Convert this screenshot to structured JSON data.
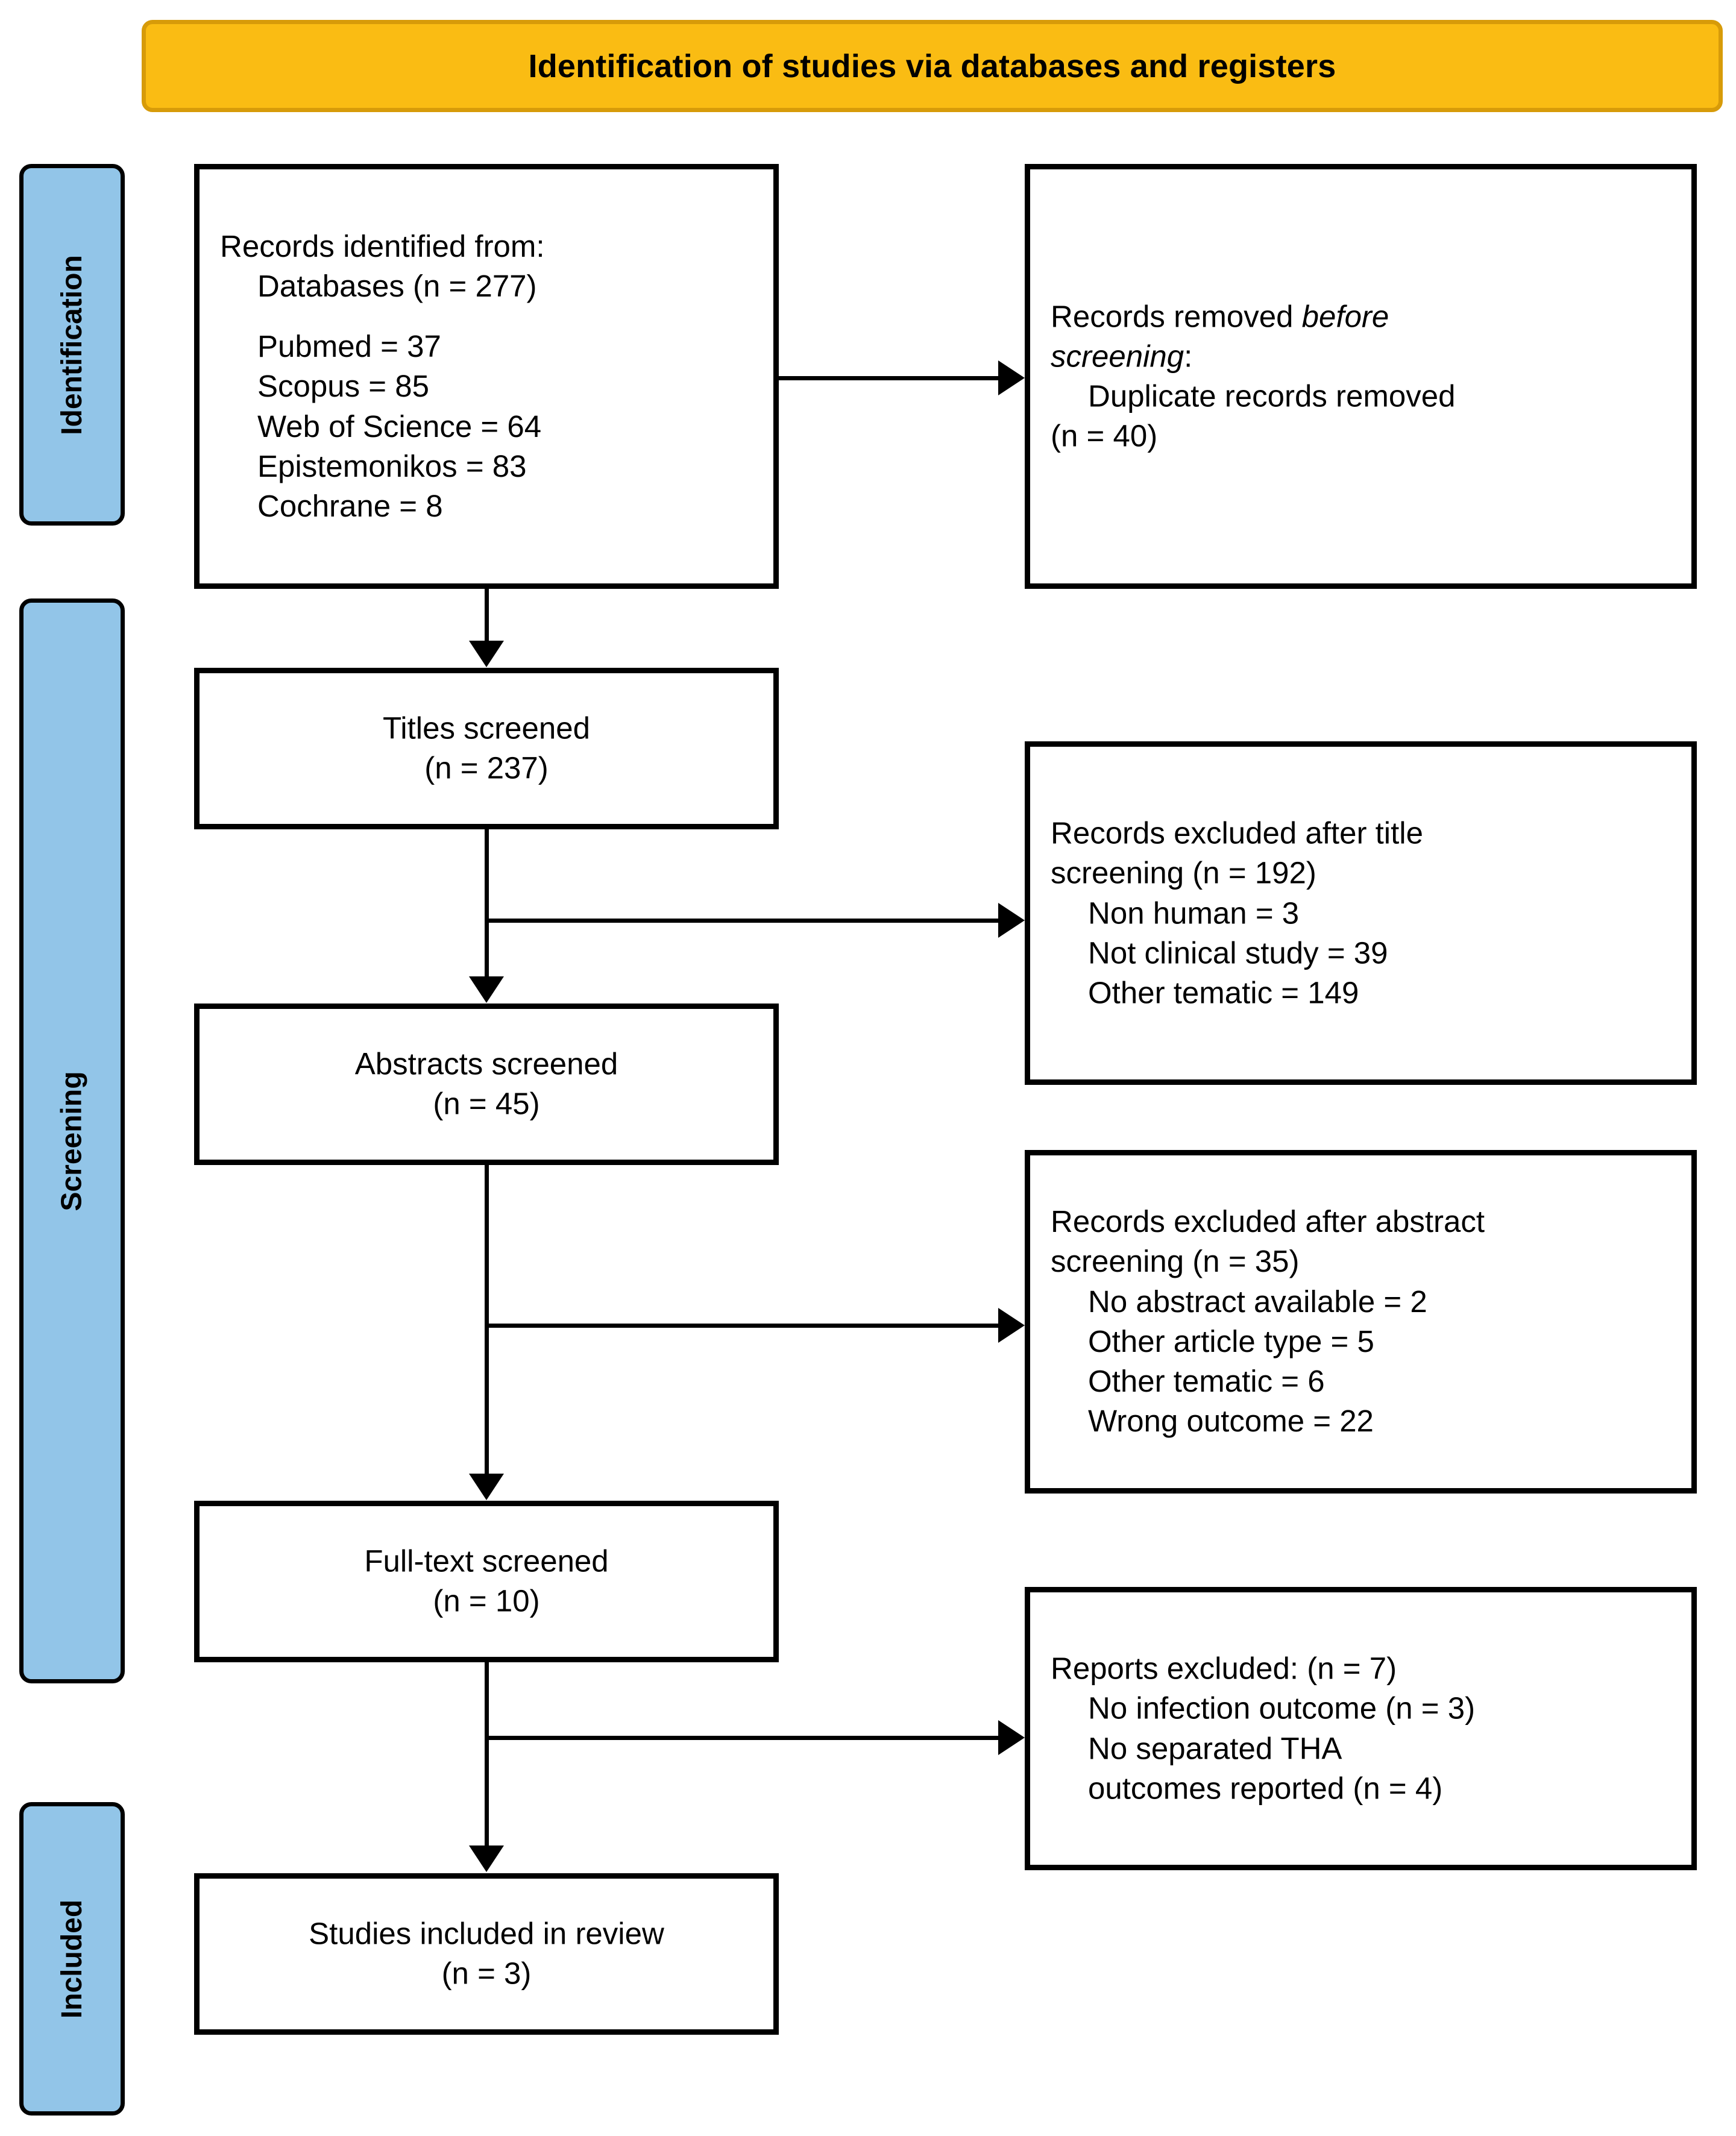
{
  "banner": {
    "title": "Identification of studies via databases and registers",
    "fill": "#FABC13",
    "border": "#D79B09"
  },
  "phases": {
    "fill": "#92C5E8",
    "items": [
      {
        "key": "identification",
        "label": "Identification"
      },
      {
        "key": "screening",
        "label": "Screening"
      },
      {
        "key": "included",
        "label": "Included"
      }
    ]
  },
  "boxes": {
    "identified": {
      "lines": [
        "Records identified from:",
        "Databases (n = 277)",
        "Pubmed = 37",
        "Scopus = 85",
        "Web of Science = 64",
        "Epistemonikos = 83",
        "Cochrane = 8"
      ]
    },
    "removed": {
      "l1a": "Records removed ",
      "l1b": "before",
      "l2a": "screening",
      "l2b": ":",
      "l3": "Duplicate records removed",
      "l4": "(n = 40)"
    },
    "titles": {
      "l1": "Titles screened",
      "l2": "(n = 237)"
    },
    "excluded_title": {
      "l1": "Records excluded after title",
      "l2": "screening (n = 192)",
      "l3": "Non human = 3",
      "l4": "Not clinical study = 39",
      "l5": "Other tematic = 149"
    },
    "abstracts": {
      "l1": "Abstracts screened",
      "l2": "(n = 45)"
    },
    "excluded_abstract": {
      "l1": "Records excluded after abstract",
      "l2": "screening (n = 35)",
      "l3": "No abstract available = 2",
      "l4": "Other article type = 5",
      "l5": "Other tematic = 6",
      "l6": "Wrong outcome = 22"
    },
    "fulltext": {
      "l1": "Full-text screened",
      "l2": "(n = 10)"
    },
    "excluded_reports": {
      "l1": "Reports excluded: (n = 7)",
      "l2": "No infection outcome (n = 3)",
      "l3": "No separated THA",
      "l4": "outcomes reported (n = 4)"
    },
    "included": {
      "l1": "Studies included in review",
      "l2": "(n = 3)"
    }
  },
  "chart_data": {
    "type": "diagram",
    "title": "Identification of studies via databases and registers",
    "flow": [
      {
        "stage": "Records identified from databases",
        "n": 277
      },
      {
        "stage": "Duplicate records removed before screening",
        "n": 40
      },
      {
        "stage": "Titles screened",
        "n": 237
      },
      {
        "stage": "Records excluded after title screening",
        "n": 192
      },
      {
        "stage": "Abstracts screened",
        "n": 45
      },
      {
        "stage": "Records excluded after abstract screening",
        "n": 35
      },
      {
        "stage": "Full-text screened",
        "n": 10
      },
      {
        "stage": "Reports excluded",
        "n": 7
      },
      {
        "stage": "Studies included in review",
        "n": 3
      }
    ],
    "sources": [
      {
        "name": "Pubmed",
        "n": 37
      },
      {
        "name": "Scopus",
        "n": 85
      },
      {
        "name": "Web of Science",
        "n": 64
      },
      {
        "name": "Epistemonikos",
        "n": 83
      },
      {
        "name": "Cochrane",
        "n": 8
      }
    ],
    "title_exclusion_reasons": [
      {
        "reason": "Non human",
        "n": 3
      },
      {
        "reason": "Not clinical study",
        "n": 39
      },
      {
        "reason": "Other tematic",
        "n": 149
      }
    ],
    "abstract_exclusion_reasons": [
      {
        "reason": "No abstract available",
        "n": 2
      },
      {
        "reason": "Other article type",
        "n": 5
      },
      {
        "reason": "Other tematic",
        "n": 6
      },
      {
        "reason": "Wrong outcome",
        "n": 22
      }
    ],
    "report_exclusion_reasons": [
      {
        "reason": "No infection outcome",
        "n": 3
      },
      {
        "reason": "No separated THA outcomes reported",
        "n": 4
      }
    ]
  }
}
